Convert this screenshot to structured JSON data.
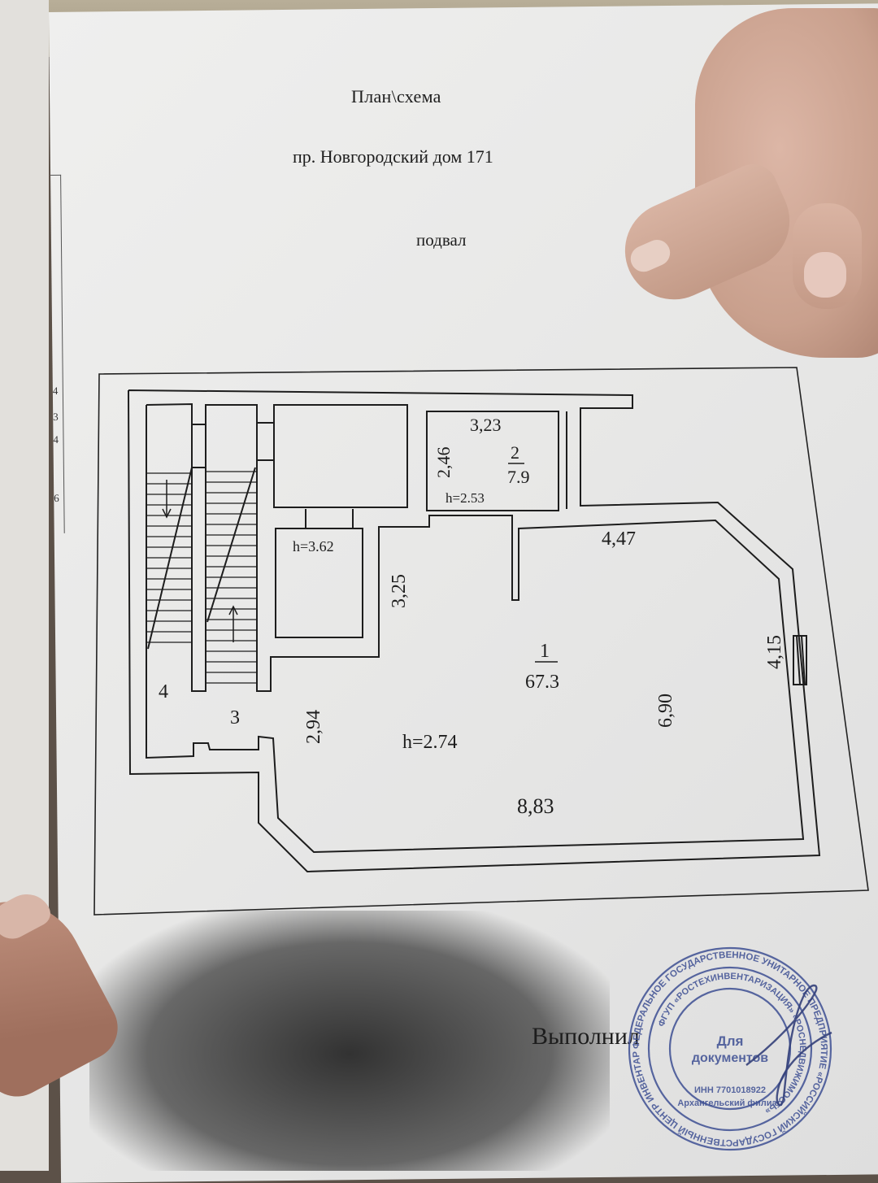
{
  "document": {
    "title": "План\\схема",
    "address": "пр. Новгородский дом 171",
    "floor": "подвал",
    "performed_label": "Выполнил"
  },
  "side_table": {
    "row_numbers": [
      "4",
      "3",
      "4",
      "6"
    ]
  },
  "plan": {
    "rooms": [
      {
        "number": "1",
        "area": "67.3",
        "height": "h=2.74"
      },
      {
        "number": "2",
        "area": "7.9",
        "height": "h=2.53"
      },
      {
        "number": "3"
      },
      {
        "number": "4"
      }
    ],
    "small_room_height": "h=3.62",
    "dimensions": {
      "room2_width": "3,23",
      "room2_depth": "2,46",
      "room1_top": "4,47",
      "room1_left_upper": "3,25",
      "room1_left_lower": "2,94",
      "room1_right_window": "4,15",
      "room1_inner": "6,90",
      "room1_bottom": "8,83"
    }
  },
  "stamp": {
    "outer_text": "ФЕДЕРАЛЬНОЕ ГОСУДАРСТВЕННОЕ УНИТАРНОЕ ПРЕДПРИЯТИЕ «РОССИЙСКИЙ ГОСУДАРСТВЕННЫЙ ЦЕНТР ИНВЕНТАРИЗАЦИИ И УЧЕТА ОБЪЕКТОВ НЕДВИЖИМОСТИ»",
    "ring_text": "ФГУП «РОСТЕХИНВЕНТАРИЗАЦИЯ» «РОСНЕДВИЖИМОСТЬ»",
    "branch": "Архангельский филиал",
    "inn": "ИНН 7701018922",
    "center_line1": "Для",
    "center_line2": "документов"
  },
  "colors": {
    "ink": "#1d1d1d",
    "stamp_ink": "#3d4f93",
    "paper": "#ececeb"
  }
}
